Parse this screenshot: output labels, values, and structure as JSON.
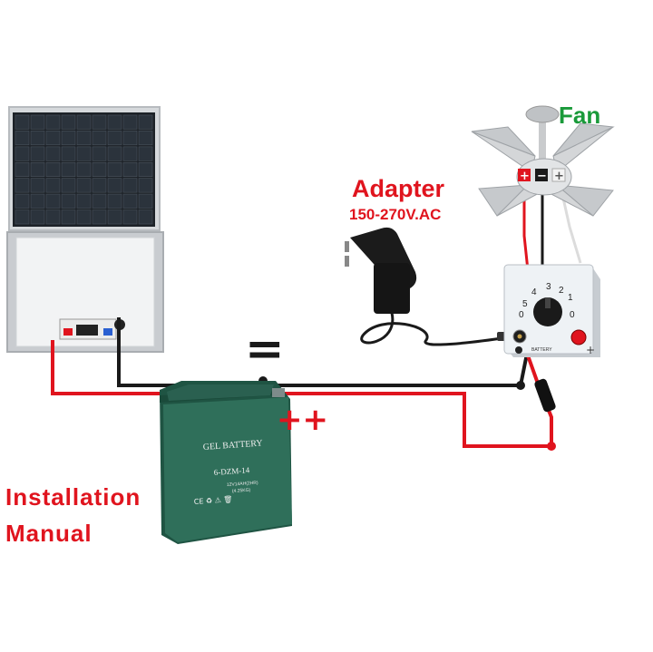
{
  "labels": {
    "fan": "Fan",
    "adapter": "Adapter",
    "adapter_voltage": "150-270V.AC",
    "title_line1": "Installation",
    "title_line2": "Manual"
  },
  "battery": {
    "brand": "GEL BATTERY",
    "model": "6-DZM-14",
    "spec": "12V14AH(2HR)",
    "weight": "(4.25KG)",
    "marks": "CE ♻ ⚠ 🗑"
  },
  "controller": {
    "dial_numbers": [
      "5",
      "4",
      "3",
      "2",
      "1",
      "0",
      "0"
    ],
    "battery_text": "BATTERY",
    "plus_sign": "+"
  },
  "terminal_marks": {
    "positive": "+",
    "negative": "−",
    "battery_positive": "++",
    "negative_bar": "="
  },
  "colors": {
    "wire_positive": "#e0141e",
    "wire_negative": "#1a1a1a",
    "wire_neutral": "#e6e6e6",
    "fan_label": "#1a9a3a",
    "adapter_label": "#e0141e",
    "title_label": "#e0141e",
    "battery_body": "#2f6f5a",
    "controller_body": "#eef2f5",
    "fan_blade": "#d4d6d8"
  }
}
